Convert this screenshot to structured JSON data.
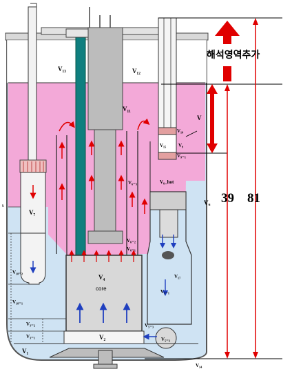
{
  "colors": {
    "pool_blue": "#cfe3f3",
    "pool_pink": "#f3a9d8",
    "vessel_gray": "#c9c9c9",
    "teal_rod": "#0f7f7f",
    "arrow_red": "#e00000",
    "arrow_blue": "#1f3fbf"
  },
  "annotation": {
    "korean_label": "해석영역추가",
    "height_short": "39",
    "height_tall": "81"
  },
  "labels": {
    "v13": "V₁₃",
    "v12": "V₁₂",
    "v11": "V₁₁",
    "v10": "V₁₀",
    "v9": "V₉",
    "v9_1": "V₉₋₁",
    "v15": "V₁₅",
    "v16": "V",
    "v7": "V₇",
    "v6_3": "V₆₋₃",
    "v6_hot": "V₆_hot",
    "v6_2": "V₆₋₂",
    "v6_1": "V₆₋₁",
    "vu": "Vᵤ",
    "v4": "V₄",
    "core": "core",
    "v17": "V₁₇",
    "v5_1": "V₅₋₁",
    "v18_2": "V₁₈₋₂",
    "v18_1": "V₁₈₋₁",
    "v3_2": "V₃₋₂",
    "v3_1": "V₃₋₁",
    "v1": "V₁",
    "v2": "V₂",
    "v5_3": "V₅₋₃",
    "v5_2": "V₅₋₂",
    "v14": "V₁₄",
    "small_mark": "ι"
  }
}
